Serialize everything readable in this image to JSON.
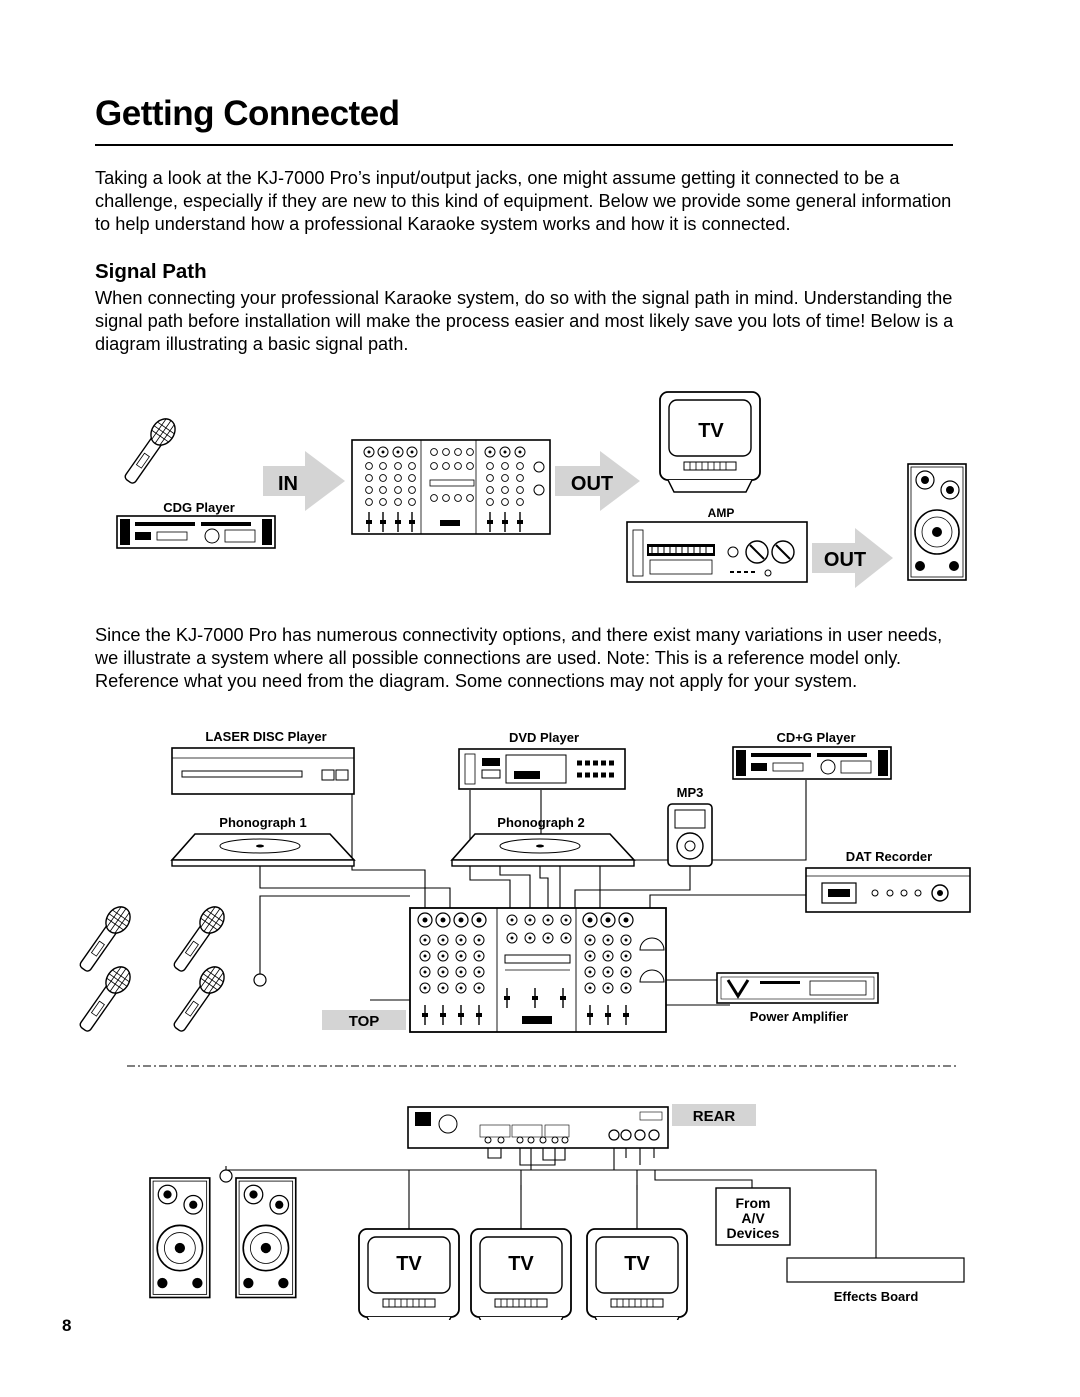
{
  "title": "Getting Connected",
  "intro": "Taking a look at the KJ-7000 Pro’s input/output jacks, one might assume getting it connected to be a challenge, especially if they are new to this kind of equipment. Below we provide some general information to help understand how a professional Karaoke system works and how it is connected.",
  "signal_path": {
    "heading": "Signal Path",
    "body": "When connecting your professional Karaoke system, do so with the signal path in mind. Understanding the signal path before installation will make the process easier and most likely save you lots of time!  Below is a diagram illustrating a basic signal path."
  },
  "diagram1": {
    "in": "IN",
    "out1": "OUT",
    "out2": "OUT",
    "tv": "TV",
    "cdg": "CDG Player",
    "amp": "AMP"
  },
  "connectivity_text": "Since the KJ-7000 Pro has numerous connectivity options, and there exist many variations in user needs, we illustrate a system where all possible connections are used. Note: This is a reference model only. Reference what you need from the diagram. Some connections may not apply for your system.",
  "diagram2": {
    "laser_disc": "LASER DISC Player",
    "dvd": "DVD Player",
    "cdg": "CD+G Player",
    "mp3": "MP3",
    "phono1": "Phonograph 1",
    "phono2": "Phonograph 2",
    "dat": "DAT Recorder",
    "top": "TOP",
    "power_amp": "Power Amplifier",
    "rear": "REAR",
    "from_av": [
      "From",
      "A/V",
      "Devices"
    ],
    "tv1": "TV",
    "tv2": "TV",
    "tv3": "TV",
    "effects": "Effects Board"
  },
  "page_number": "8"
}
